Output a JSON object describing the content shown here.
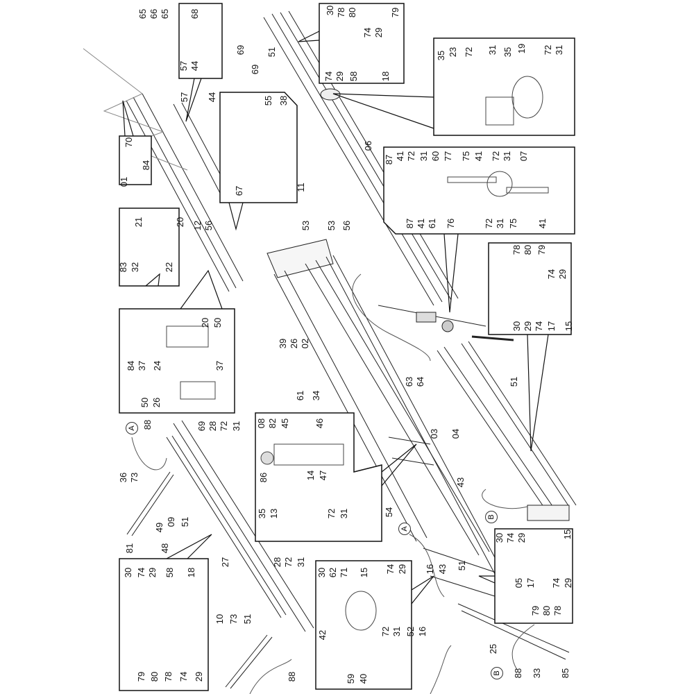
{
  "diagram": {
    "type": "exploded parts view",
    "reference_marks": [
      "A",
      "B",
      "A",
      "B"
    ],
    "callouts": [
      "65",
      "66",
      "65",
      "68",
      "57",
      "44",
      "57",
      "44",
      "55",
      "38",
      "67",
      "11",
      "70",
      "01",
      "84",
      "69",
      "69",
      "51",
      "30",
      "78",
      "80",
      "79",
      "74",
      "29",
      "74",
      "29",
      "58",
      "18",
      "35",
      "23",
      "72",
      "31",
      "35",
      "19",
      "72",
      "31",
      "06",
      "87",
      "41",
      "72",
      "31",
      "60",
      "77",
      "75",
      "41",
      "72",
      "31",
      "07",
      "87",
      "41",
      "61",
      "76",
      "72",
      "31",
      "75",
      "41",
      "21",
      "83",
      "32",
      "22",
      "20",
      "12",
      "56",
      "53",
      "53",
      "56",
      "20",
      "50",
      "84",
      "37",
      "24",
      "37",
      "50",
      "26",
      "39",
      "26",
      "02",
      "61",
      "34",
      "63",
      "64",
      "78",
      "80",
      "79",
      "74",
      "29",
      "30",
      "29",
      "74",
      "17",
      "15",
      "51",
      "03",
      "04",
      "43",
      "08",
      "82",
      "45",
      "46",
      "86",
      "14",
      "47",
      "35",
      "13",
      "72",
      "31",
      "88",
      "69",
      "28",
      "72",
      "31",
      "36",
      "73",
      "09",
      "51",
      "49",
      "81",
      "48",
      "30",
      "74",
      "29",
      "58",
      "18",
      "79",
      "80",
      "78",
      "74",
      "29",
      "27",
      "28",
      "72",
      "31",
      "10",
      "73",
      "51",
      "88",
      "54",
      "16",
      "43",
      "30",
      "62",
      "71",
      "15",
      "74",
      "29",
      "72",
      "31",
      "42",
      "59",
      "40",
      "51",
      "30",
      "74",
      "29",
      "15",
      "05",
      "17",
      "74",
      "29",
      "79",
      "80",
      "78",
      "52",
      "16",
      "25",
      "88",
      "33",
      "85"
    ]
  }
}
